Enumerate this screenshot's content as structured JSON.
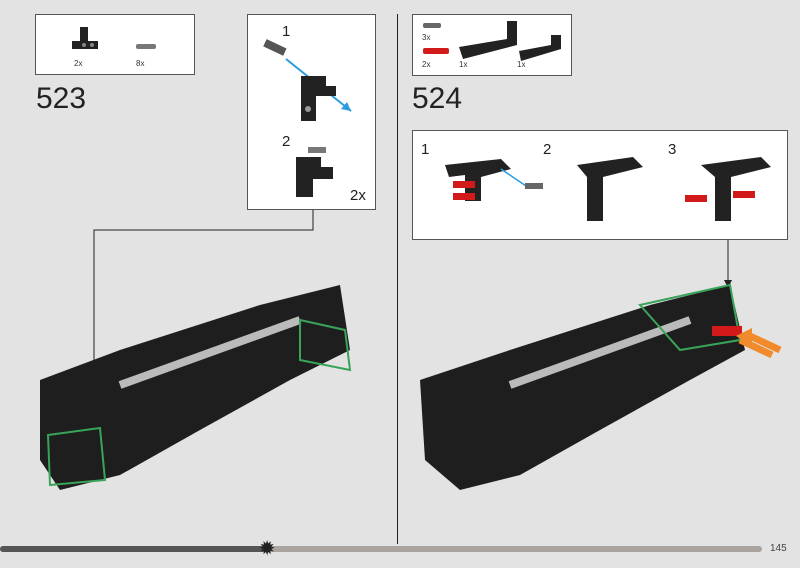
{
  "page_number": "145",
  "progress_fraction": 0.35,
  "step_523": {
    "number": "523",
    "parts": [
      {
        "qty": "2x"
      },
      {
        "qty": "8x"
      }
    ],
    "subassembly": {
      "steps": [
        "1",
        "2"
      ],
      "multiplier": "2x"
    }
  },
  "step_524": {
    "number": "524",
    "parts": [
      {
        "qty": "3x"
      },
      {
        "qty": "2x"
      },
      {
        "qty": "1x"
      },
      {
        "qty": "1x"
      }
    ],
    "subassembly": {
      "steps": [
        "1",
        "2",
        "3"
      ]
    }
  },
  "colors": {
    "highlight": "#3aa35a",
    "red_pin": "#d21a1a",
    "arrow_blue": "#2a9be0",
    "arrow_orange": "#f08a2a"
  }
}
